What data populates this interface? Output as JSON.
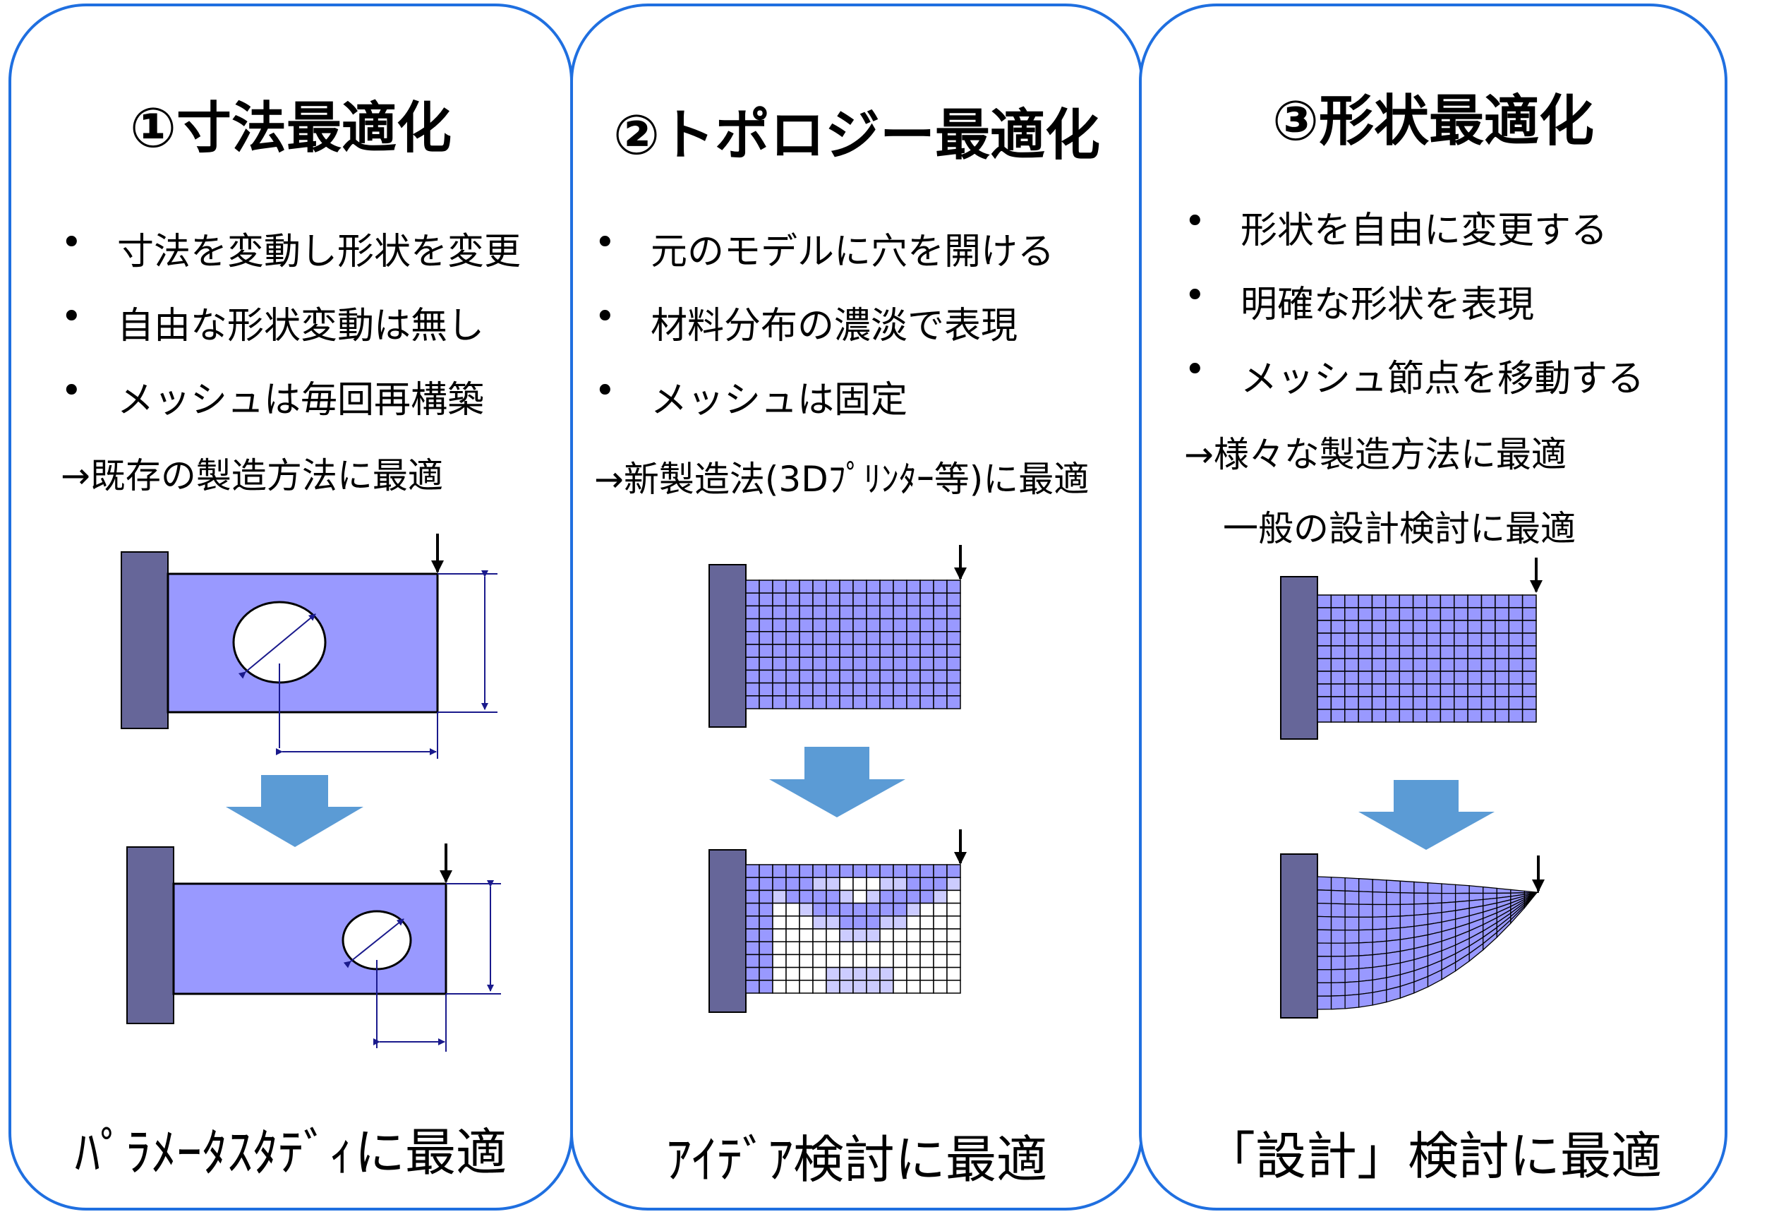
{
  "panels": [
    {
      "title": "①寸法最適化",
      "bullets": [
        "寸法を変動し形状を変更",
        "自由な形状変動は無し",
        "メッシュは毎回再構築"
      ],
      "notes": [
        "→既存の製造方法に最適"
      ],
      "bottom": "ﾊﾟﾗﾒｰﾀｽﾀﾃﾞｨに最適"
    },
    {
      "title": "②トポロジー最適化",
      "bullets": [
        "元のモデルに穴を開ける",
        "材料分布の濃淡で表現",
        "メッシュは固定"
      ],
      "notes": [
        "→新製造法(3Dﾌﾟﾘﾝﾀｰ等)に最適"
      ],
      "bottom": "ｱｲﾃﾞｱ検討に最適"
    },
    {
      "title": "③形状最適化",
      "bullets": [
        "形状を自由に変更する",
        "明確な形状を表現",
        "メッシュ節点を移動する"
      ],
      "notes": [
        "→様々な製造方法に最適",
        "一般の設計検討に最適"
      ],
      "bottom": "「設計」検討に最適"
    }
  ],
  "bullet_symbol": "•",
  "colors": {
    "border": "#1f6fe0",
    "wall": "#666699",
    "beam": "#9999ff",
    "beam_light": "#ccccff",
    "arrow": "#5b9bd5",
    "dimension": "#1a1a8c"
  }
}
